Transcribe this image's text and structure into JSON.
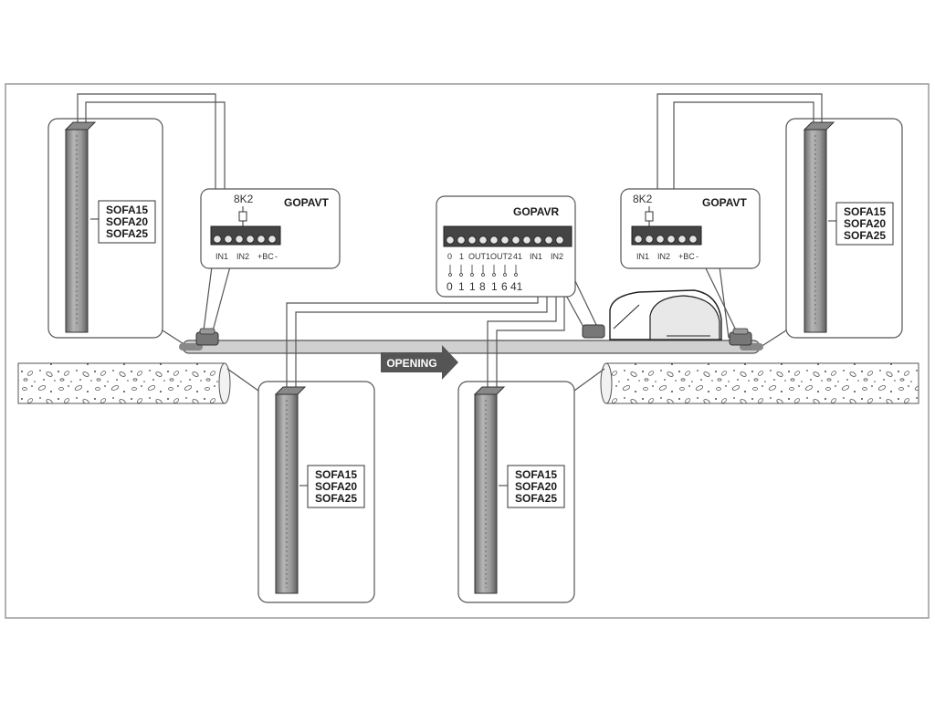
{
  "sensor_models": [
    "SOFA15",
    "SOFA20",
    "SOFA25"
  ],
  "transmitter_left": {
    "title": "GOPAVT",
    "resistor": "8K2",
    "terminals": [
      "IN1",
      "IN2",
      "+BC",
      "-"
    ]
  },
  "transmitter_right": {
    "title": "GOPAVT",
    "resistor": "8K2",
    "terminals": [
      "IN1",
      "IN2",
      "+BC",
      "-"
    ]
  },
  "receiver": {
    "title": "GOPAVR",
    "terminals_top": [
      "0",
      "1",
      "OUT1",
      "OUT2",
      "41",
      "IN1",
      "IN2"
    ],
    "terminals_bottom": [
      "0",
      "1",
      "1",
      "8",
      "1",
      "6",
      "41"
    ]
  },
  "direction_label": "OPENING",
  "colors": {
    "line": "#555555",
    "gate": "#c8c8c8",
    "edge": "#d7d7d7",
    "arrow": "#555555"
  }
}
